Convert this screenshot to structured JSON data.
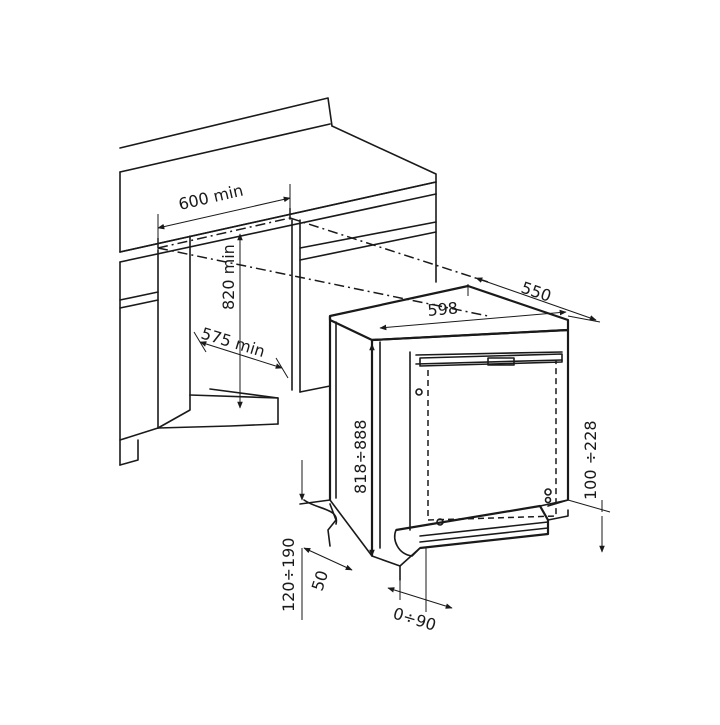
{
  "dimensions": {
    "niche_width": "600 min",
    "niche_height": "820 min",
    "niche_depth": "575 min",
    "appliance_width": "598",
    "appliance_depth": "550",
    "appliance_height": "818÷888",
    "plinth_height": "100 ÷228",
    "foot_height": "120÷190",
    "plinth_setback": "50",
    "door_offset": "0÷90"
  }
}
